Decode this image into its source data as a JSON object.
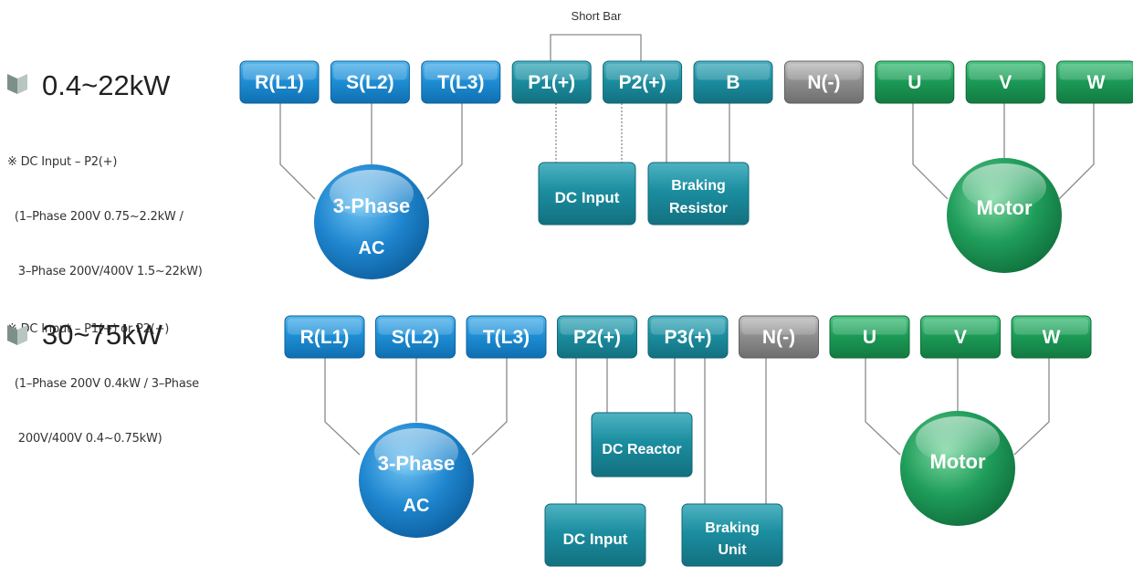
{
  "colors": {
    "blue": "#1e8bd0",
    "teal": "#1a8a9c",
    "gray": "#8c8c8c",
    "green": "#1c9b56",
    "line": "#8a8a8a"
  },
  "section1": {
    "title": "0.4~22kW",
    "short_bar": "Short Bar",
    "terminals": [
      {
        "label": "R(L1)",
        "color": "blue"
      },
      {
        "label": "S(L2)",
        "color": "blue"
      },
      {
        "label": "T(L3)",
        "color": "blue"
      },
      {
        "label": "P1(+)",
        "color": "teal"
      },
      {
        "label": "P2(+)",
        "color": "teal"
      },
      {
        "label": "B",
        "color": "teal"
      },
      {
        "label": "N(-)",
        "color": "gray"
      },
      {
        "label": "U",
        "color": "green"
      },
      {
        "label": "V",
        "color": "green"
      },
      {
        "label": "W",
        "color": "green"
      }
    ],
    "source": [
      "3-Phase",
      "AC"
    ],
    "motor": "Motor",
    "dc_input": "DC Input",
    "braking_resistor": [
      "Braking",
      "Resistor"
    ],
    "notes": [
      "※ DC Input – P2(+)",
      "  (1–Phase 200V 0.75~2.2kW /",
      "   3–Phase 200V/400V 1.5~22kW)",
      "※ DC Input – P1(+) or P2(+)",
      "  (1–Phase 200V 0.4kW / 3–Phase",
      "   200V/400V 0.4~0.75kW)"
    ]
  },
  "section2": {
    "title": "30~75kW",
    "terminals": [
      {
        "label": "R(L1)",
        "color": "blue"
      },
      {
        "label": "S(L2)",
        "color": "blue"
      },
      {
        "label": "T(L3)",
        "color": "blue"
      },
      {
        "label": "P2(+)",
        "color": "teal"
      },
      {
        "label": "P3(+)",
        "color": "teal"
      },
      {
        "label": "N(-)",
        "color": "gray"
      },
      {
        "label": "U",
        "color": "green"
      },
      {
        "label": "V",
        "color": "green"
      },
      {
        "label": "W",
        "color": "green"
      }
    ],
    "source": [
      "3-Phase",
      "AC"
    ],
    "motor": "Motor",
    "dc_reactor": "DC Reactor",
    "dc_input": "DC Input",
    "braking_unit": [
      "Braking",
      "Unit"
    ]
  }
}
